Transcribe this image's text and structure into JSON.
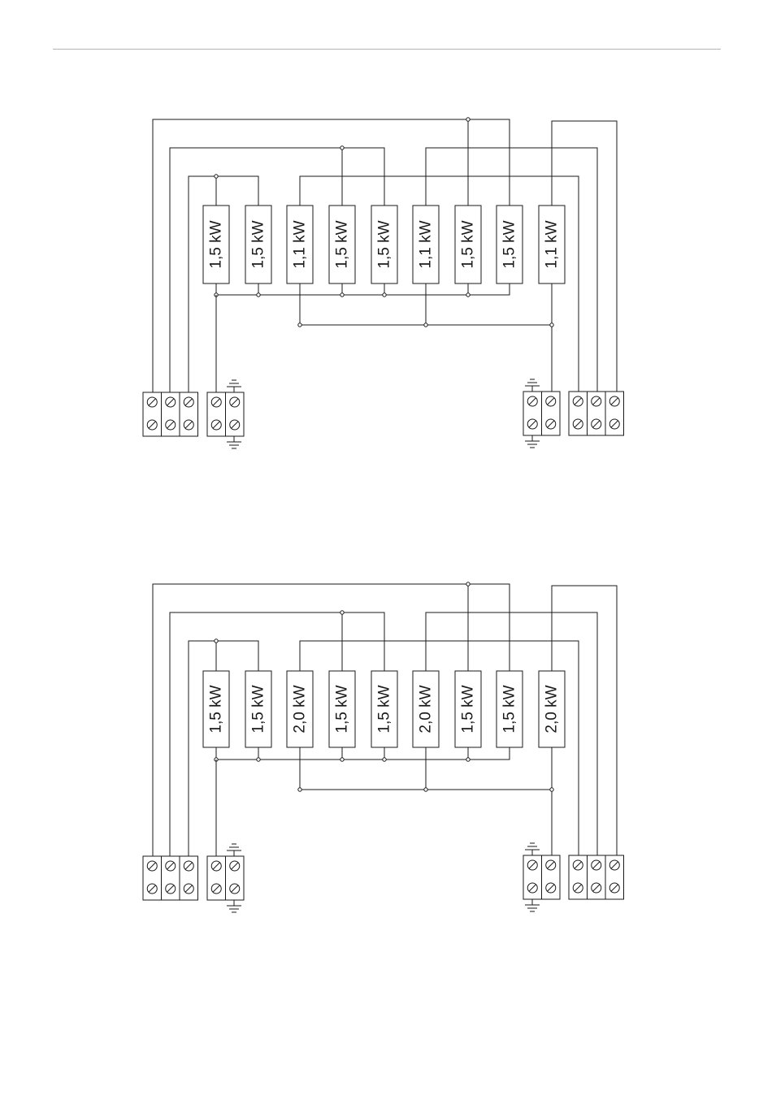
{
  "diagrams": [
    {
      "heaters": [
        "1,5 kW",
        "1,5 kW",
        "1,1 kW",
        "1,5 kW",
        "1,5 kW",
        "1,1 kW",
        "1,5 kW",
        "1,5 kW",
        "1,1 kW"
      ]
    },
    {
      "heaters": [
        "1,5 kW",
        "1,5 kW",
        "2,0 kW",
        "1,5 kW",
        "1,5 kW",
        "2,0 kW",
        "1,5 kW",
        "1,5 kW",
        "2,0 kW"
      ]
    }
  ],
  "colors": {
    "line": "#1a1a1a",
    "rule": "#b5b5b5"
  },
  "icons": [
    "terminal-screw-icon",
    "ground-symbol-icon"
  ]
}
